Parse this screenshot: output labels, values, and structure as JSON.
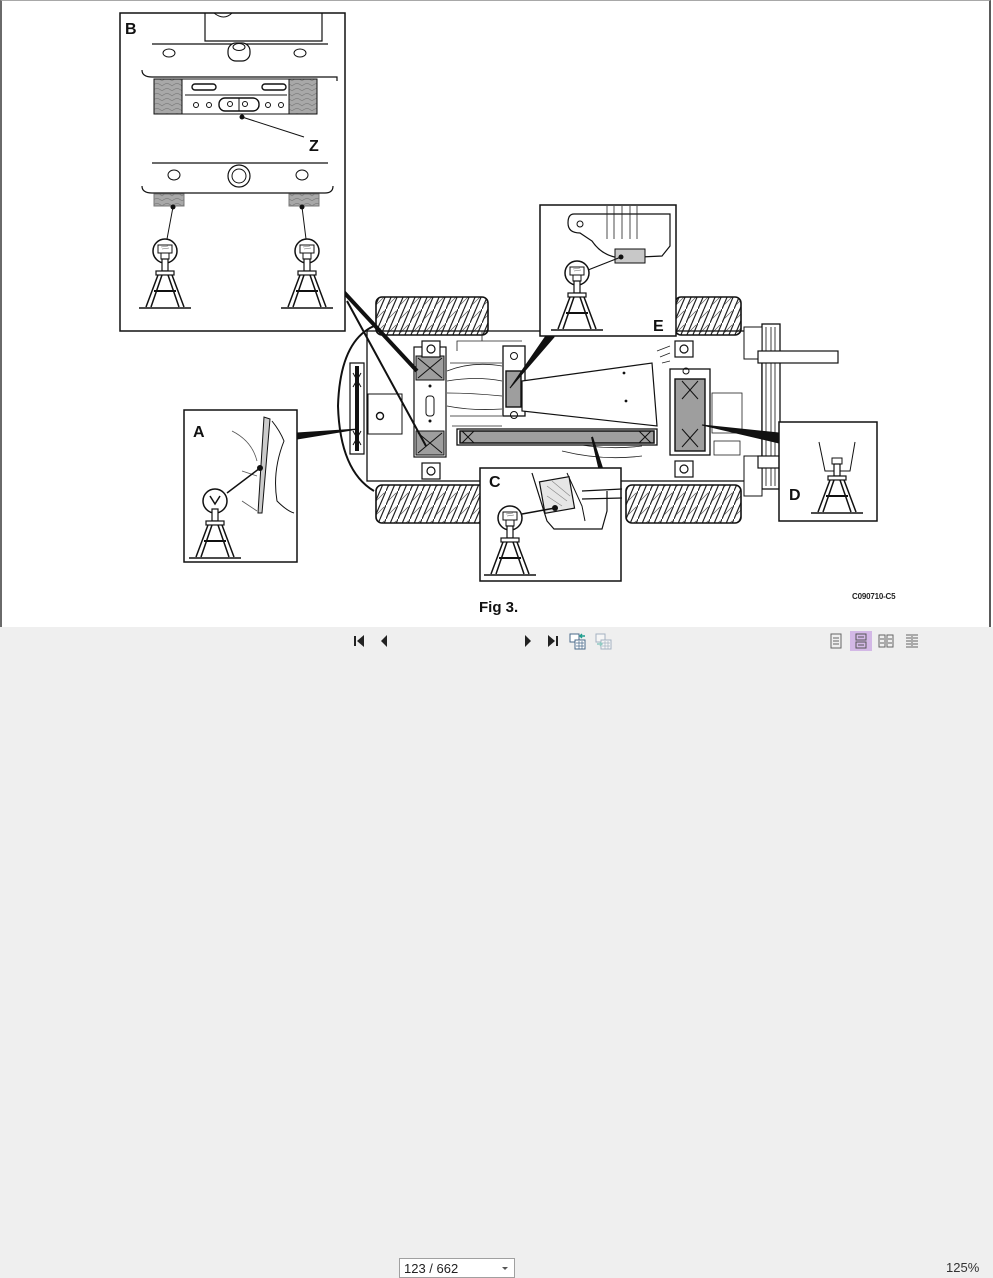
{
  "document": {
    "figure_caption": "Fig 3.",
    "figure_code": "C090710-C5",
    "callouts": {
      "a": "A",
      "b": "B",
      "c": "C",
      "d": "D",
      "e": "E",
      "z": "Z"
    }
  },
  "toolbar": {
    "first_page_icon": "first-page-icon",
    "prev_page_icon": "previous-page-icon",
    "page_indicator": "123 / 662",
    "next_page_icon": "next-page-icon",
    "last_page_icon": "last-page-icon",
    "back_view_icon": "previous-view-icon",
    "forward_view_icon": "next-view-icon",
    "view_modes": [
      "single-page",
      "single-page-continuous",
      "two-page",
      "two-page-continuous"
    ],
    "active_view_mode": "single-page-continuous",
    "zoom_level": "125%"
  },
  "colors": {
    "toolbar_bg": "#efefef",
    "active_view_highlight": "#d3b8e6",
    "jack_pad_fill": "#9a9a9a",
    "ink": "#111111"
  }
}
